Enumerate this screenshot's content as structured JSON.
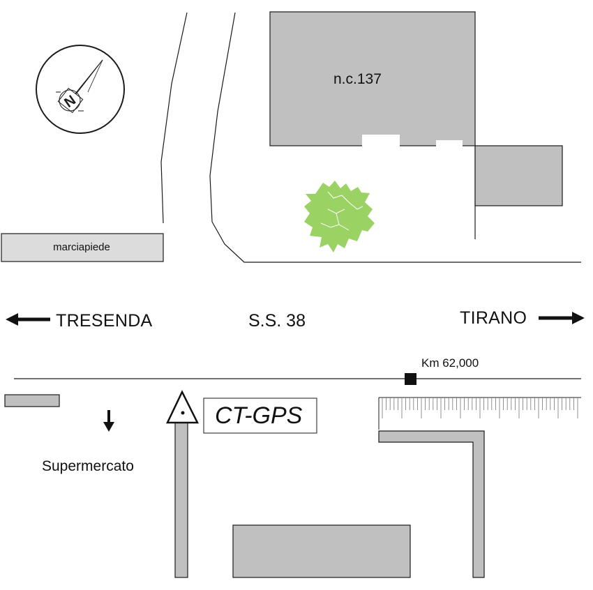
{
  "map": {
    "building_label": "n.c.137",
    "sidewalk_label": "marciapiede",
    "road_label": "S.S. 38",
    "direction_west": "TRESENDA",
    "direction_east": "TIRANO",
    "kilometer_marker": "Km 62,000",
    "station_label": "CT-GPS",
    "store_label": "Supermercato",
    "north_symbol": "N",
    "colors": {
      "building_fill": "#c0c0c0",
      "tree_fill": "#9bd264",
      "line": "#1a1a1a"
    },
    "icons": [
      "compass-rose-icon",
      "tree-icon",
      "arrow-left-icon",
      "arrow-right-icon",
      "arrow-down-icon",
      "gps-station-triangle-icon",
      "km-marker-icon",
      "ruler-scale-icon"
    ]
  }
}
